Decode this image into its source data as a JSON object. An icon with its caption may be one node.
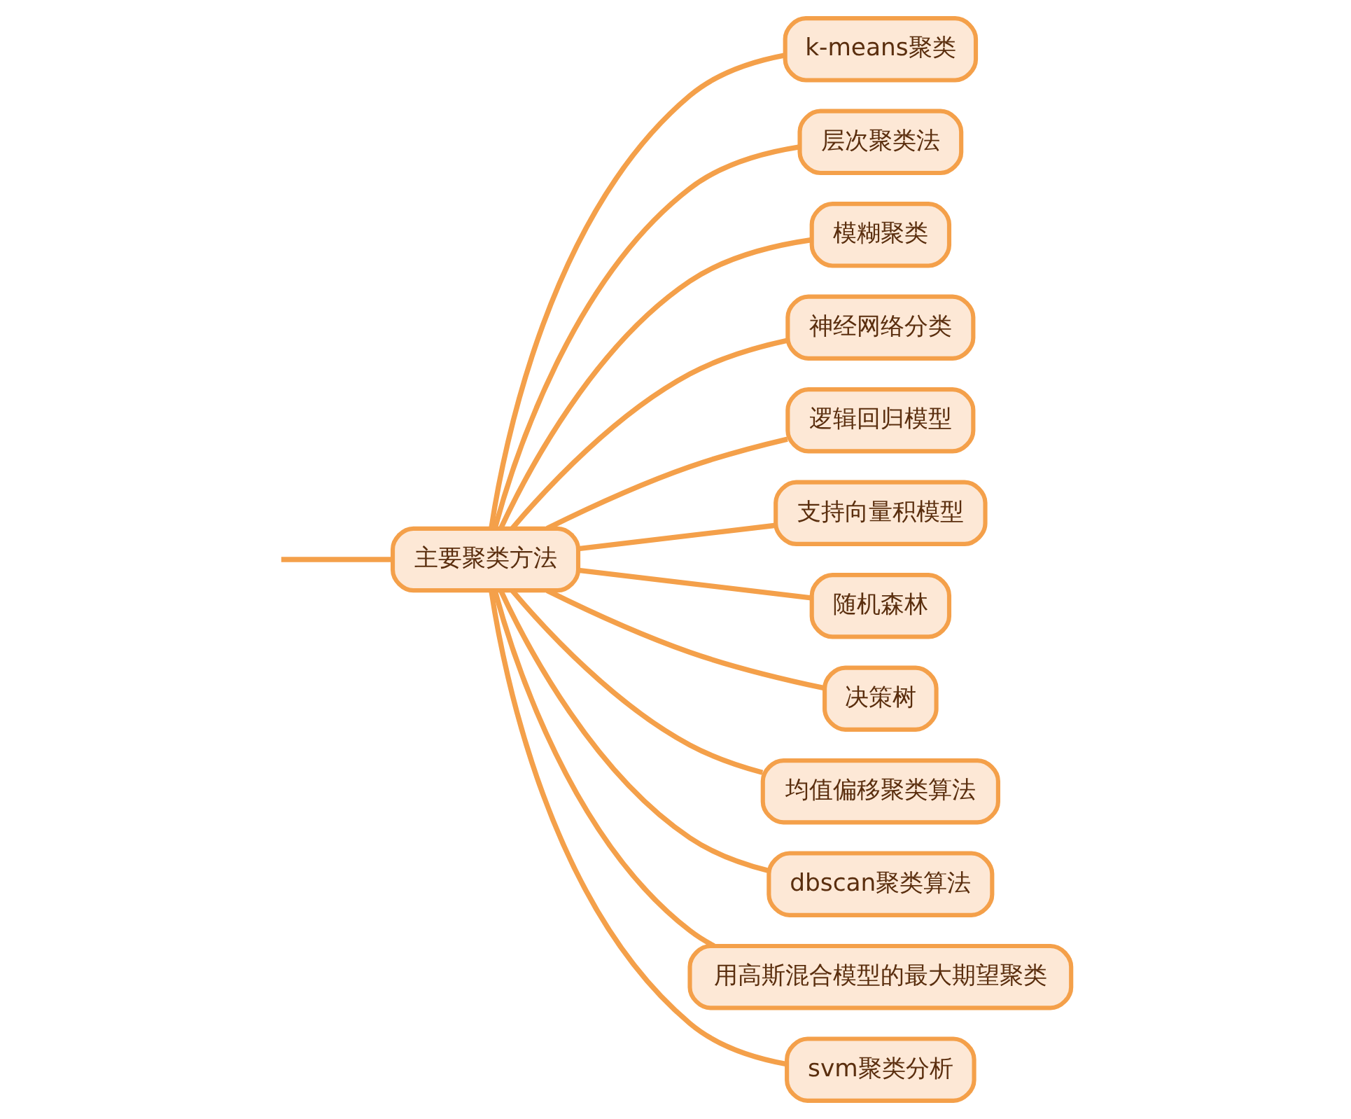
{
  "diagram": {
    "nodes": [
      {
        "text": [
          "主要聚类方法"
        ]
      },
      {
        "text": [
          "k-means聚类"
        ]
      },
      {
        "text": [
          "层次聚类法"
        ]
      },
      {
        "text": [
          "模糊聚类"
        ]
      },
      {
        "text": [
          "神经网络分类"
        ]
      },
      {
        "text": [
          "逻辑回归模型"
        ]
      },
      {
        "text": [
          "支持向量积模型"
        ]
      },
      {
        "text": [
          "随机森林"
        ]
      },
      {
        "text": [
          "决策树"
        ]
      },
      {
        "text": [
          "均值偏移聚类算法"
        ]
      },
      {
        "text": [
          "dbscan聚类算法"
        ]
      },
      {
        "text": [
          "用高斯混合模型的最大期望聚类"
        ]
      },
      {
        "text": [
          "svm聚类分析"
        ]
      }
    ],
    "edges": [
      {
        "from": null,
        "to": 0,
        "arrow": "none"
      },
      {
        "from": 0,
        "to": 1,
        "arrow": "none"
      },
      {
        "from": 0,
        "to": 2,
        "arrow": "none"
      },
      {
        "from": 0,
        "to": 3,
        "arrow": "none"
      },
      {
        "from": 0,
        "to": 4,
        "arrow": "none"
      },
      {
        "from": 0,
        "to": 5,
        "arrow": "none"
      },
      {
        "from": 0,
        "to": 6,
        "arrow": "none"
      },
      {
        "from": 0,
        "to": 7,
        "arrow": "none"
      },
      {
        "from": 0,
        "to": 8,
        "arrow": "none"
      },
      {
        "from": 0,
        "to": 9,
        "arrow": "none"
      },
      {
        "from": 0,
        "to": 10,
        "arrow": "none"
      },
      {
        "from": 0,
        "to": 11,
        "arrow": "none"
      },
      {
        "from": 0,
        "to": 12,
        "arrow": "none"
      }
    ]
  }
}
